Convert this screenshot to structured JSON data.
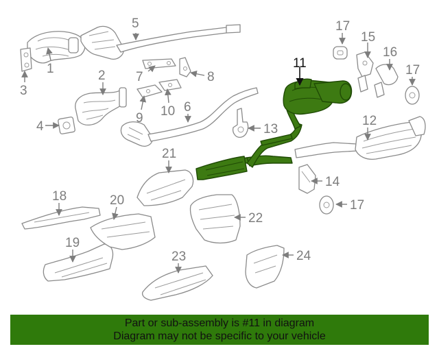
{
  "callouts": {
    "c1": "1",
    "c2": "2",
    "c3": "3",
    "c4": "4",
    "c5": "5",
    "c6": "6",
    "c7": "7",
    "c8": "8",
    "c9": "9",
    "c10": "10",
    "c11": "11",
    "c12": "12",
    "c13": "13",
    "c14": "14",
    "c15": "15",
    "c16": "16",
    "c17a": "17",
    "c17b": "17",
    "c17c": "17",
    "c18": "18",
    "c19": "19",
    "c20": "20",
    "c21": "21",
    "c22": "22",
    "c23": "23",
    "c24": "24"
  },
  "highlighted_part": "11",
  "colors": {
    "highlight": "#3d7a12",
    "banner": "#2f7a0b",
    "parts": "#8a8a8a",
    "text": "#111111"
  },
  "banner": {
    "line1": "Part or sub-assembly is #11 in diagram",
    "line2": "Diagram may not be specific to your vehicle"
  }
}
